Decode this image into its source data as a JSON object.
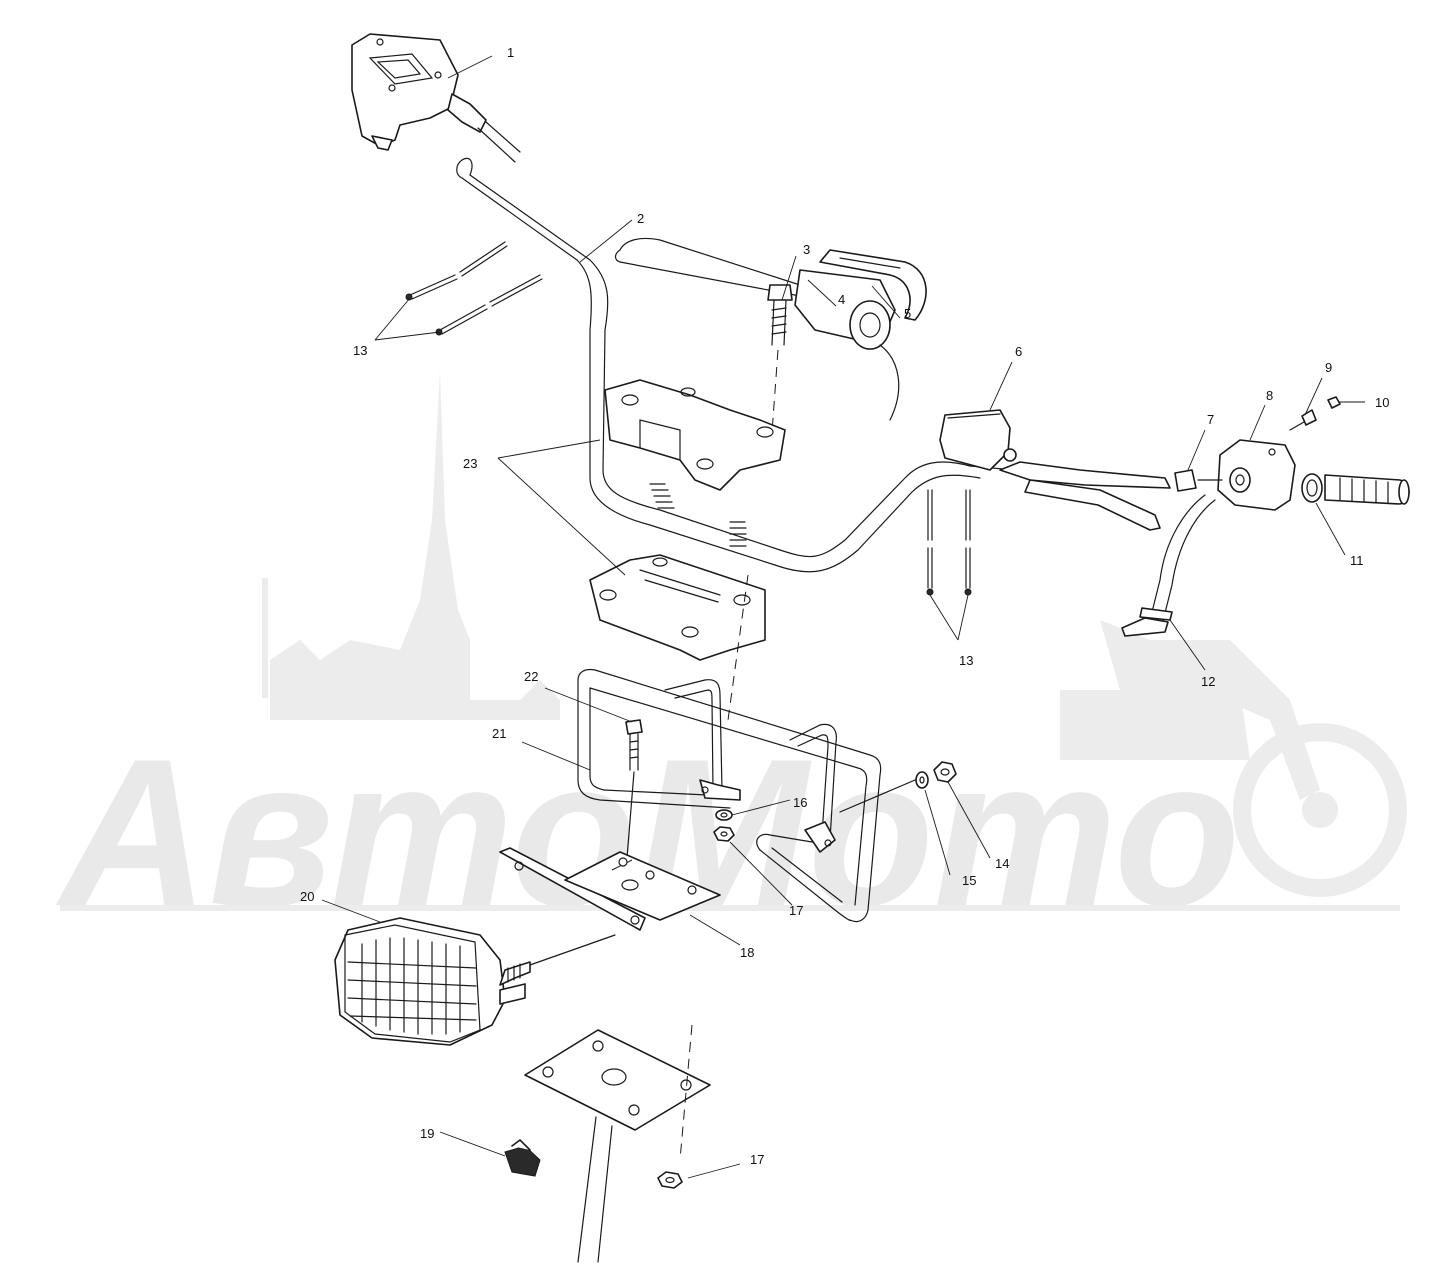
{
  "watermark": {
    "text": "АвтоМото"
  },
  "callouts": [
    {
      "id": "1",
      "label": "1"
    },
    {
      "id": "2",
      "label": "2"
    },
    {
      "id": "3",
      "label": "3"
    },
    {
      "id": "4",
      "label": "4"
    },
    {
      "id": "5",
      "label": "5"
    },
    {
      "id": "6",
      "label": "6"
    },
    {
      "id": "7",
      "label": "7"
    },
    {
      "id": "8",
      "label": "8"
    },
    {
      "id": "9",
      "label": "9"
    },
    {
      "id": "10",
      "label": "10"
    },
    {
      "id": "11",
      "label": "11"
    },
    {
      "id": "12",
      "label": "12"
    },
    {
      "id": "13a",
      "label": "13"
    },
    {
      "id": "13b",
      "label": "13"
    },
    {
      "id": "14",
      "label": "14"
    },
    {
      "id": "15",
      "label": "15"
    },
    {
      "id": "16",
      "label": "16"
    },
    {
      "id": "17a",
      "label": "17"
    },
    {
      "id": "17b",
      "label": "17"
    },
    {
      "id": "18",
      "label": "18"
    },
    {
      "id": "19",
      "label": "19"
    },
    {
      "id": "20",
      "label": "20"
    },
    {
      "id": "21",
      "label": "21"
    },
    {
      "id": "22",
      "label": "22"
    },
    {
      "id": "23",
      "label": "23"
    }
  ]
}
